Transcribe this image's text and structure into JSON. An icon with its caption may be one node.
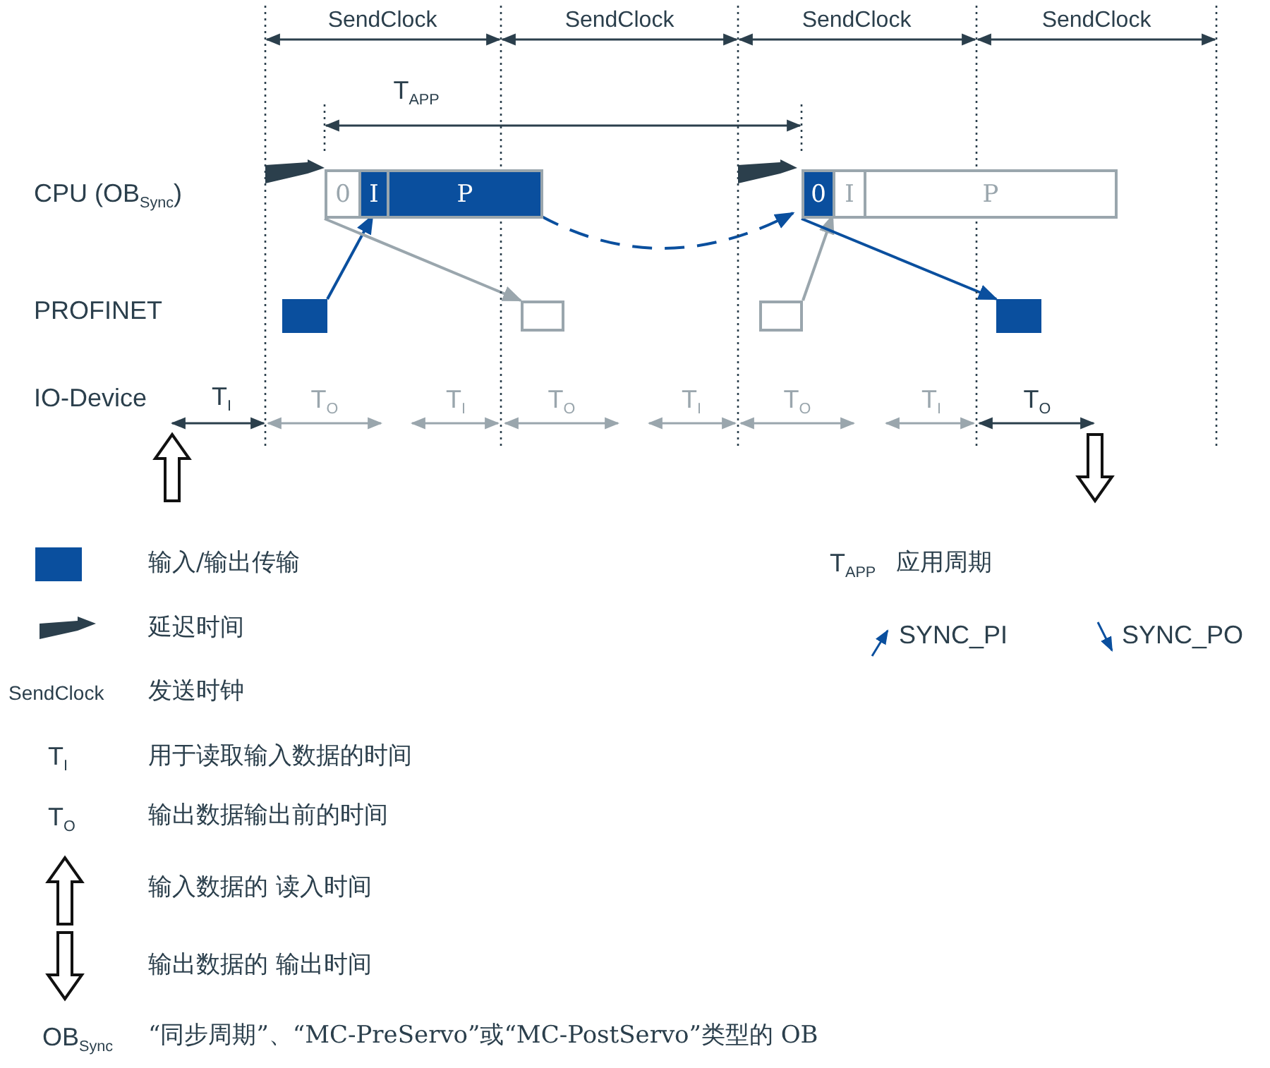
{
  "diagram": {
    "nodes": [
      {
        "text": [],
        "shape": "box"
      },
      {
        "text": [
          "0"
        ],
        "in": 0
      },
      {
        "text": [
          "I"
        ],
        "in": 0
      },
      {
        "text": [
          "P"
        ],
        "in": 0
      },
      {
        "text": [],
        "shape": "box"
      },
      {
        "text": [
          "0"
        ],
        "in": 4
      },
      {
        "text": [
          "I"
        ],
        "in": 4
      },
      {
        "text": [
          "P"
        ],
        "in": 4
      },
      {
        "text": [],
        "shape": "box"
      },
      {
        "text": [],
        "shape": "box"
      },
      {
        "text": [],
        "shape": "box"
      },
      {
        "text": [],
        "shape": "box"
      }
    ],
    "edges": [
      {
        "from": 8,
        "to": 2,
        "arrow": "to"
      },
      {
        "from": 0,
        "to": 9,
        "arrow": "to",
        "color": "#9aa6ad"
      },
      {
        "from": 10,
        "to": 5,
        "arrow": "to",
        "color": "#9aa6ad"
      },
      {
        "from": 4,
        "to": 11,
        "arrow": "to"
      },
      {
        "from": 3,
        "to": 5,
        "arrow": "to",
        "style": "dashed"
      }
    ],
    "labels": [
      "SendClock",
      "SendClock",
      "SendClock",
      "SendClock",
      "T$_{APP}$",
      "CPU (OB$_{Sync}$)",
      "PROFINET",
      "IO-Device",
      "T$_{I}$",
      "T$_{O}$",
      "T$_{I}$",
      "T$_{O}$",
      "T$_{I}$",
      "T$_{O}$",
      "T$_{I}$",
      "T$_{O}$",
      "T$_{APP}$",
      "SendClock",
      "T$_{I}$",
      "T$_{O}$",
      "OB$_{Sync}$"
    ],
    "legend": [
      {
        "text": "输入/输出传输",
        "color": "#0a4f9e"
      },
      {
        "text": "应用周期"
      },
      {
        "text": "延迟时间"
      },
      {
        "text": "SYNC_PI"
      },
      {
        "text": "SYNC_PO"
      },
      {
        "text": "发送时钟"
      },
      {
        "text": "用于读取输入数据的时间"
      },
      {
        "text": "输出数据输出前的时间"
      },
      {
        "text": "输入数据的 读入时间"
      },
      {
        "text": "输出数据的 输出时间"
      },
      {
        "text": "“同步周期”、“MC-PreServo”或“MC-PostServo”类型的 OB"
      }
    ]
  }
}
